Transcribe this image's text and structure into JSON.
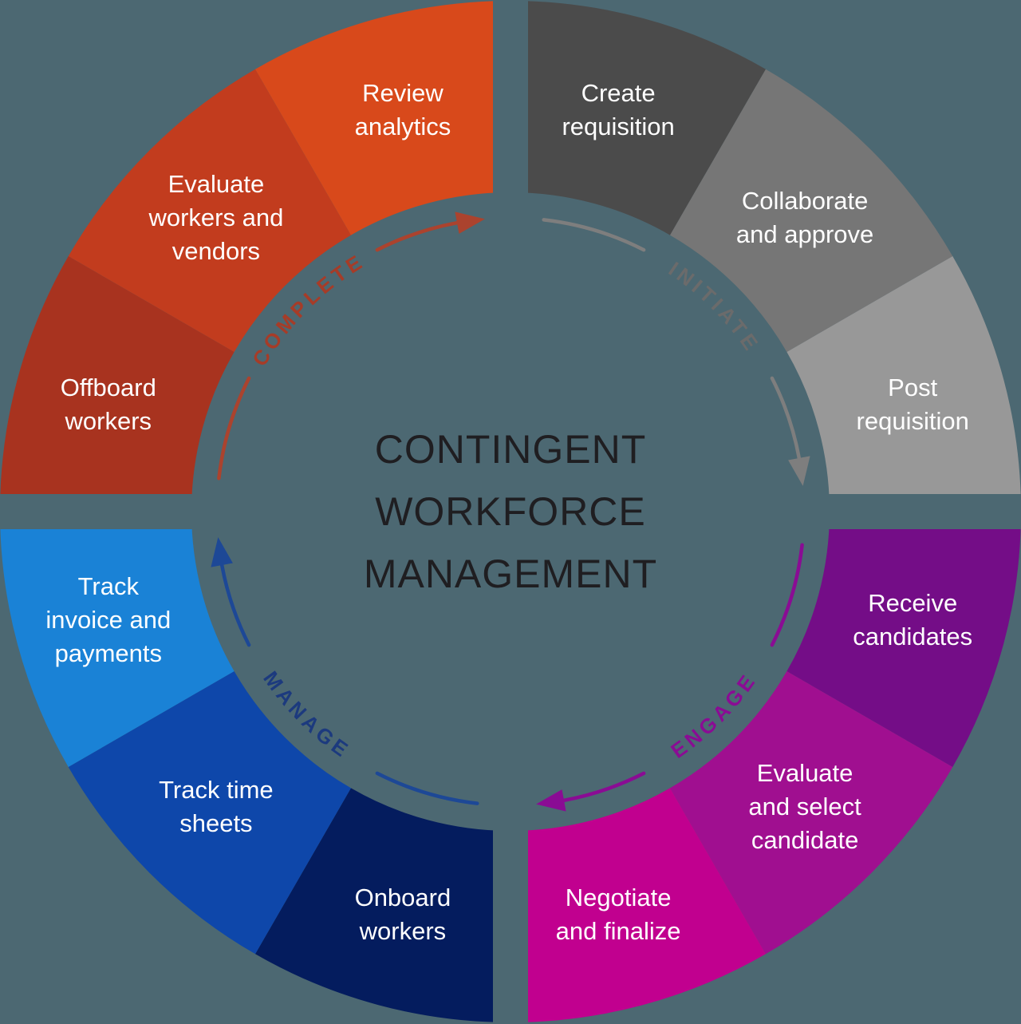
{
  "background_color": "#4c6872",
  "segment_text_color": "#ffffff",
  "center_title": {
    "lines": [
      "CONTINGENT",
      "WORKFORCE",
      "MANAGEMENT"
    ],
    "color": "#1f1e21"
  },
  "quadrants": [
    {
      "name": "INITIATE",
      "start_angle": 0,
      "label_color": "#6b6b6b",
      "arrow_color": "#7e7e7e",
      "segments": [
        {
          "label": "Create requisition",
          "lines": [
            "Create",
            "requisition"
          ],
          "color": "#4b4b4b"
        },
        {
          "label": "Collaborate and approve",
          "lines": [
            "Collaborate",
            "and approve"
          ],
          "color": "#767676"
        },
        {
          "label": "Post requisition",
          "lines": [
            "Post",
            "requisition"
          ],
          "color": "#989898"
        }
      ]
    },
    {
      "name": "ENGAGE",
      "start_angle": 90,
      "label_color": "#8a0c94",
      "arrow_color": "#8a0c94",
      "segments": [
        {
          "label": "Receive candidates",
          "lines": [
            "Receive",
            "candidates"
          ],
          "color": "#740d87"
        },
        {
          "label": "Evaluate and select candidate",
          "lines": [
            "Evaluate",
            "and select",
            "candidate"
          ],
          "color": "#a00f90"
        },
        {
          "label": "Negotiate and finalize",
          "lines": [
            "Negotiate",
            "and finalize"
          ],
          "color": "#c1008f"
        }
      ]
    },
    {
      "name": "MANAGE",
      "start_angle": 180,
      "label_color": "#1c3a7e",
      "arrow_color": "#1d4896",
      "segments": [
        {
          "label": "Onboard workers",
          "lines": [
            "Onboard",
            "workers"
          ],
          "color": "#041c5e"
        },
        {
          "label": "Track time sheets",
          "lines": [
            "Track time",
            "sheets"
          ],
          "color": "#0e47aa"
        },
        {
          "label": "Track invoice and payments",
          "lines": [
            "Track",
            "invoice and",
            "payments"
          ],
          "color": "#1a82d6"
        }
      ]
    },
    {
      "name": "COMPLETE",
      "start_angle": 270,
      "label_color": "#a63c28",
      "arrow_color": "#ab432e",
      "segments": [
        {
          "label": "Offboard workers",
          "lines": [
            "Offboard",
            "workers"
          ],
          "color": "#a8331f"
        },
        {
          "label": "Evaluate workers and vendors",
          "lines": [
            "Evaluate",
            "workers and",
            "vendors"
          ],
          "color": "#c23c1e"
        },
        {
          "label": "Review analytics",
          "lines": [
            "Review",
            "analytics"
          ],
          "color": "#d8491b"
        }
      ]
    }
  ]
}
